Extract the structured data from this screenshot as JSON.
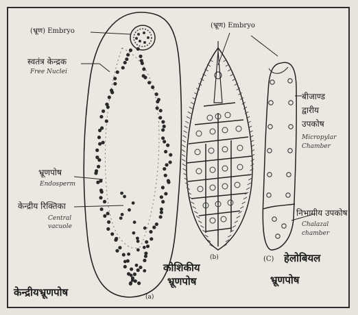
{
  "labels": {
    "embryo_a": "(भ्रूण) Embryo",
    "free_nuclei_hi": "स्वतंत्र केन्द्रक",
    "free_nuclei_en": "Free Nuclei",
    "endosperm_hi": "भ्रूणपोष",
    "endosperm_en": "Endosperm",
    "central_vacuole_hi": "केन्द्रीय रिक्तिका",
    "central_vacuole_en": "Central vacuole",
    "embryo_c": "(भ्रूण) Embryo",
    "micropylar_hi_1": "बीजाण्ड",
    "micropylar_hi_2": "द्वारीय",
    "micropylar_hi_3": "उपकोष",
    "micropylar_en_1": "Micropylar",
    "micropylar_en_2": "Chamber",
    "chalazal_hi": "निभागीय उपकोष",
    "chalazal_en_1": "Chalazal",
    "chalazal_en_2": "chamber"
  },
  "captions": {
    "a_id": "(a)",
    "a_name": "केन्द्रीयभ्रूणपोष",
    "b_id": "(b)",
    "b_name_1": "कोशिकीय",
    "b_name_2": "भ्रूणपोष",
    "c_id": "(C)",
    "c_name_1": "हेलोबियल",
    "c_name_2": "भ्रूणपोष"
  }
}
